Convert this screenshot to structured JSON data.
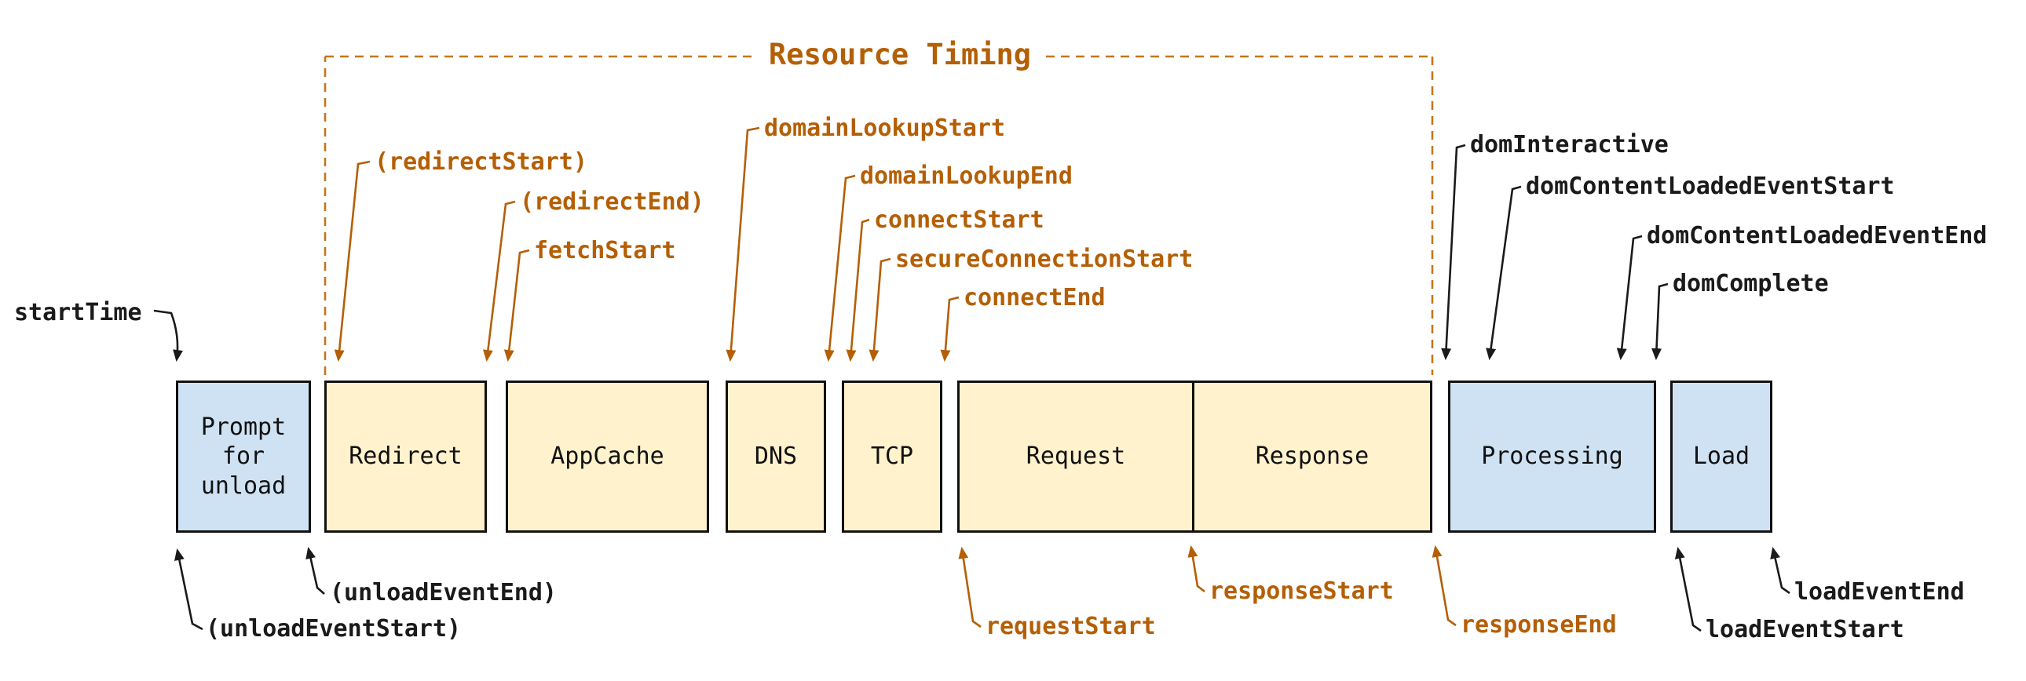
{
  "diagram": {
    "title": "Resource Timing",
    "boxes": [
      {
        "id": "prompt-for-unload",
        "label": "Prompt\nfor\nunload"
      },
      {
        "id": "redirect",
        "label": "Redirect"
      },
      {
        "id": "appcache",
        "label": "AppCache"
      },
      {
        "id": "dns",
        "label": "DNS"
      },
      {
        "id": "tcp",
        "label": "TCP"
      },
      {
        "id": "request",
        "label": "Request"
      },
      {
        "id": "response",
        "label": "Response"
      },
      {
        "id": "processing",
        "label": "Processing"
      },
      {
        "id": "load",
        "label": "Load"
      }
    ],
    "events": [
      {
        "id": "startTime",
        "text": "startTime"
      },
      {
        "id": "unloadEventStart",
        "text": "(unloadEventStart)"
      },
      {
        "id": "unloadEventEnd",
        "text": "(unloadEventEnd)"
      },
      {
        "id": "redirectStart",
        "text": "(redirectStart)"
      },
      {
        "id": "redirectEnd",
        "text": "(redirectEnd)"
      },
      {
        "id": "fetchStart",
        "text": "fetchStart"
      },
      {
        "id": "domainLookupStart",
        "text": "domainLookupStart"
      },
      {
        "id": "domainLookupEnd",
        "text": "domainLookupEnd"
      },
      {
        "id": "connectStart",
        "text": "connectStart"
      },
      {
        "id": "secureConnectionStart",
        "text": "secureConnectionStart"
      },
      {
        "id": "connectEnd",
        "text": "connectEnd"
      },
      {
        "id": "requestStart",
        "text": "requestStart"
      },
      {
        "id": "responseStart",
        "text": "responseStart"
      },
      {
        "id": "responseEnd",
        "text": "responseEnd"
      },
      {
        "id": "domInteractive",
        "text": "domInteractive"
      },
      {
        "id": "domContentLoadedEventStart",
        "text": "domContentLoadedEventStart"
      },
      {
        "id": "domContentLoadedEventEnd",
        "text": "domContentLoadedEventEnd"
      },
      {
        "id": "domComplete",
        "text": "domComplete"
      },
      {
        "id": "loadEventStart",
        "text": "loadEventStart"
      },
      {
        "id": "loadEventEnd",
        "text": "loadEventEnd"
      }
    ]
  },
  "colors": {
    "orange_text": "#b45f06",
    "orange_dash": "#c4761b",
    "black_text": "#1a1a1a",
    "box_cream": "#fff2cc",
    "box_blue": "#cfe2f3",
    "box_border": "#111111"
  }
}
